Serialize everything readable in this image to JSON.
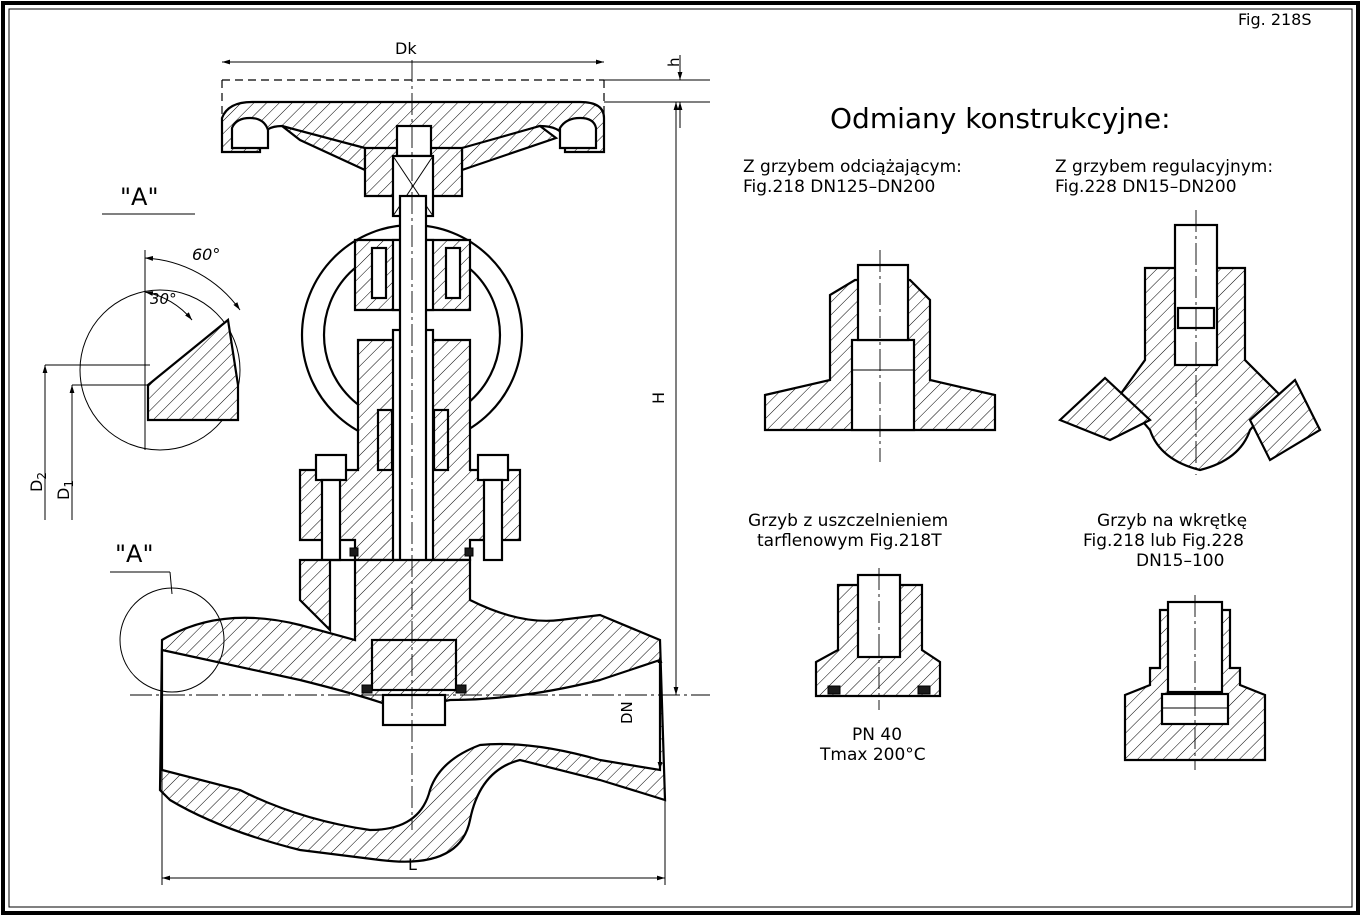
{
  "figure": {
    "number": "Fig. 218S"
  },
  "main_view": {
    "dim_dk": "Dk",
    "dim_h_small": "h",
    "dim_h": "H",
    "dim_dn": "DN",
    "dim_l": "L",
    "dim_d1": "D",
    "dim_d1_sub": "1",
    "dim_d2": "D",
    "dim_d2_sub": "2"
  },
  "detail_a": {
    "label_top": "\"A\"",
    "label_bottom": "\"A\"",
    "angle_outer": "60°",
    "angle_inner": "30°"
  },
  "variants": {
    "heading": "Odmiany konstrukcyjne:",
    "v1_title": "Z grzybem odciążającym:",
    "v1_sub": "Fig.218 DN125–DN200",
    "v2_title": "Z grzybem regulacyjnym:",
    "v2_sub": "Fig.228 DN15–DN200",
    "v3_title": "Grzyb z uszczelnieniem",
    "v3_sub": "tarflenowym Fig.218T",
    "v3_note1": "PN 40",
    "v3_note2": "Tmax 200°C",
    "v4_title": "Grzyb na wkrętkę",
    "v4_sub": "Fig.218 lub Fig.228",
    "v4_sub2": "DN15–100"
  }
}
